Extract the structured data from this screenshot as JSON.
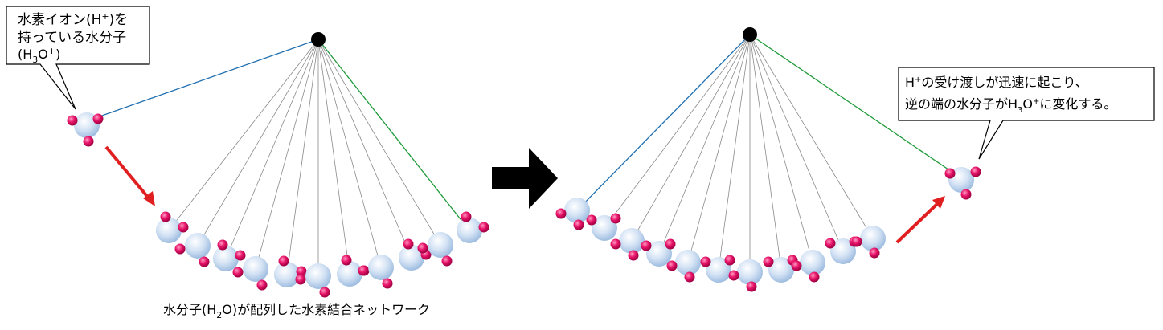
{
  "labels": {
    "left_callout": {
      "line1_a": "水素イオン(H",
      "line1_sup": "+",
      "line1_b": ")を",
      "line2": "持っている水分子",
      "line3_a": "(H",
      "line3_sub": "3",
      "line3_b": "O",
      "line3_sup": "+",
      "line3_c": ")"
    },
    "right_callout": {
      "line1_a": "H",
      "line1_sup": "+",
      "line1_b": "の受け渡しが迅速に起こり、",
      "line2_a": "逆の端の水分子がH",
      "line2_sub": "3",
      "line2_b": "O",
      "line2_sup": "+",
      "line2_c": "に変化する。"
    },
    "caption": {
      "part_a": "水分子(H",
      "part_sub": "2",
      "part_b": "O)が配列した水素結合ネットワーク"
    }
  },
  "colors": {
    "oxygen": "#c7d9ef",
    "hydrogen": "#e0115f",
    "red_arrow": "#e02020",
    "blue_string": "#1f6fb0",
    "green_string": "#1f9a3a",
    "gray_string": "#8a8a8a",
    "pivot": "#000000"
  },
  "icons": {
    "pivot": "pivot-dot-icon",
    "motion_arrow": "red-arrow-icon",
    "transition_arrow": "black-arrow-icon"
  }
}
